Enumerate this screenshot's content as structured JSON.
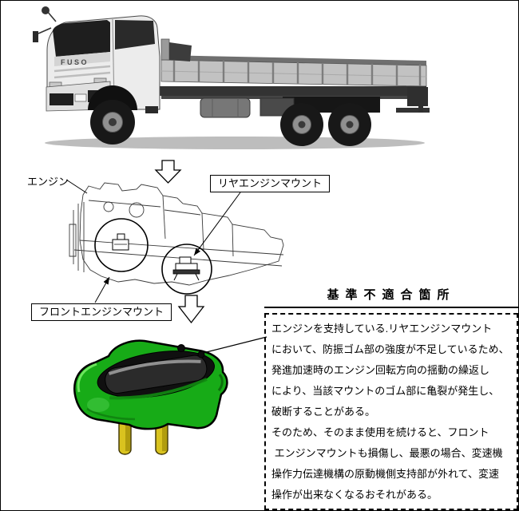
{
  "truck": {
    "brand": "FUSO"
  },
  "engine_diagram": {
    "engine_label": "エンジン",
    "rear_mount_label": "リヤエンジンマウント",
    "front_mount_label": "フロントエンジンマウント"
  },
  "defect": {
    "title": "基準不適合箇所",
    "lines": [
      "エンジンを支持している.リヤエンジンマウント",
      "において、防振ゴム部の強度が不足しているため、",
      "発進加速時のエンジン回転方向の揺動の繰返し",
      "により、当該マウントのゴム部に亀裂が発生し、",
      "破断することがある。",
      "そのため、そのまま使用を続けると、フロント",
      " エンジンマウントも損傷し、最悪の場合、変速機",
      "操作力伝達機構の原動機側支持部が外れて、変速",
      "操作が出来なくなるおそれがある。"
    ]
  },
  "colors": {
    "mount_green": "#17ab17",
    "mount_rubber": "#2b2b2b",
    "bolt_gold": "#d9c31f"
  }
}
